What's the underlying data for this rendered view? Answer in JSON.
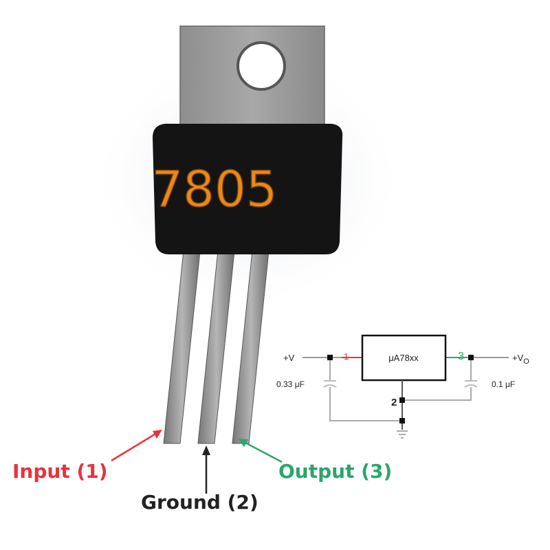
{
  "component": {
    "part_number": "7805"
  },
  "pin_labels": {
    "input": "Input (1)",
    "ground": "Ground (2)",
    "output": "Output (3)"
  },
  "schematic": {
    "input_label": "+V",
    "output_label": "+V",
    "output_subscript": "O",
    "pin1": "1",
    "pin2": "2",
    "pin3": "3",
    "ic_label": "μA78xx",
    "input_cap": "0.33 μF",
    "output_cap": "0.1 μF"
  },
  "colors": {
    "input": "#e8323a",
    "ground": "#222222",
    "output": "#2aa66a",
    "part_text": "#e8891e",
    "body": "#141414",
    "tab": "#9a9a9a"
  }
}
